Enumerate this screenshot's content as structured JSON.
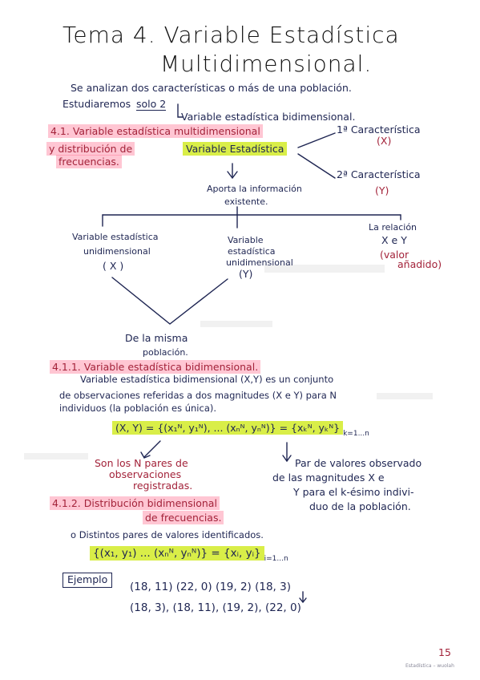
{
  "title": {
    "line1": "Tema 4. Variable Estadística",
    "line2": "Multidimensional."
  },
  "intro": {
    "line1": "Se analizan dos características o más de una población.",
    "estudiaremos": "Estudiaremos",
    "solo2": "solo 2",
    "bivariate": "Variable estadística bidimensional."
  },
  "section_4_1": {
    "heading_a": "4.1. Variable estadística multidimensional",
    "heading_b": "y distribución de",
    "heading_c": "frecuencias."
  },
  "diagram": {
    "variable_box": "Variable Estadística",
    "char1_label": "1ª Característica",
    "char1_var": "(X)",
    "char2_label": "2ª Característica",
    "char2_var": "(Y)",
    "aporta_1": "Aporta la información",
    "aporta_2": "existente.",
    "uni_x_1": "Variable estadística",
    "uni_x_2": "unidimensional",
    "uni_x_3": "( X )",
    "uni_y_1": "Variable",
    "uni_y_2": "estadística",
    "uni_y_3": "unidimensional",
    "uni_y_4": "(Y)",
    "relacion_1": "La relación",
    "relacion_2": "X e Y",
    "valor_1": "(valor",
    "valor_2": "añadido)",
    "misma_1": "De la misma",
    "misma_2": "población."
  },
  "section_4_1_1": {
    "heading": "4.1.1. Variable estadística bidimensional.",
    "def_1": "Variable estadística bidimensional (X,Y) es un conjunto",
    "def_2": "de observaciones referidas a dos magnitudes (X e Y) para N",
    "def_3": "individuos (la población es única).",
    "formula": "(X, Y) = {(x₁ᴺ, y₁ᴺ), ... (xₙᴺ, yₙᴺ)} = {xₖᴺ, yₖᴺ}",
    "formula_sub": "k=1...n",
    "left_note_1": "Son los N pares de",
    "left_note_2": "observaciones",
    "left_note_3": "registradas.",
    "right_note_1": "Par de valores observado",
    "right_note_2": "de las magnitudes X e",
    "right_note_3": "Y para el k-ésimo indivi-",
    "right_note_4": "duo de la población."
  },
  "section_4_1_2": {
    "heading_a": "4.1.2. Distribución bidimensional",
    "heading_b": "de frecuencias.",
    "bullet": "o Distintos pares de valores identificados.",
    "formula": "{(x₁, y₁) ... (xₙᴺ, yₙᴺ)} = {xᵢ, yᵢ}",
    "formula_sub": "i=1...n"
  },
  "example": {
    "label": "Ejemplo",
    "row1": "(18, 11)  (22, 0)  (19, 2)  (18, 3)",
    "row2": "(18, 3), (18, 11), (19, 2), (22, 0)"
  },
  "footer": {
    "page_number": "15",
    "watermark": "Estadística – wuolah"
  }
}
